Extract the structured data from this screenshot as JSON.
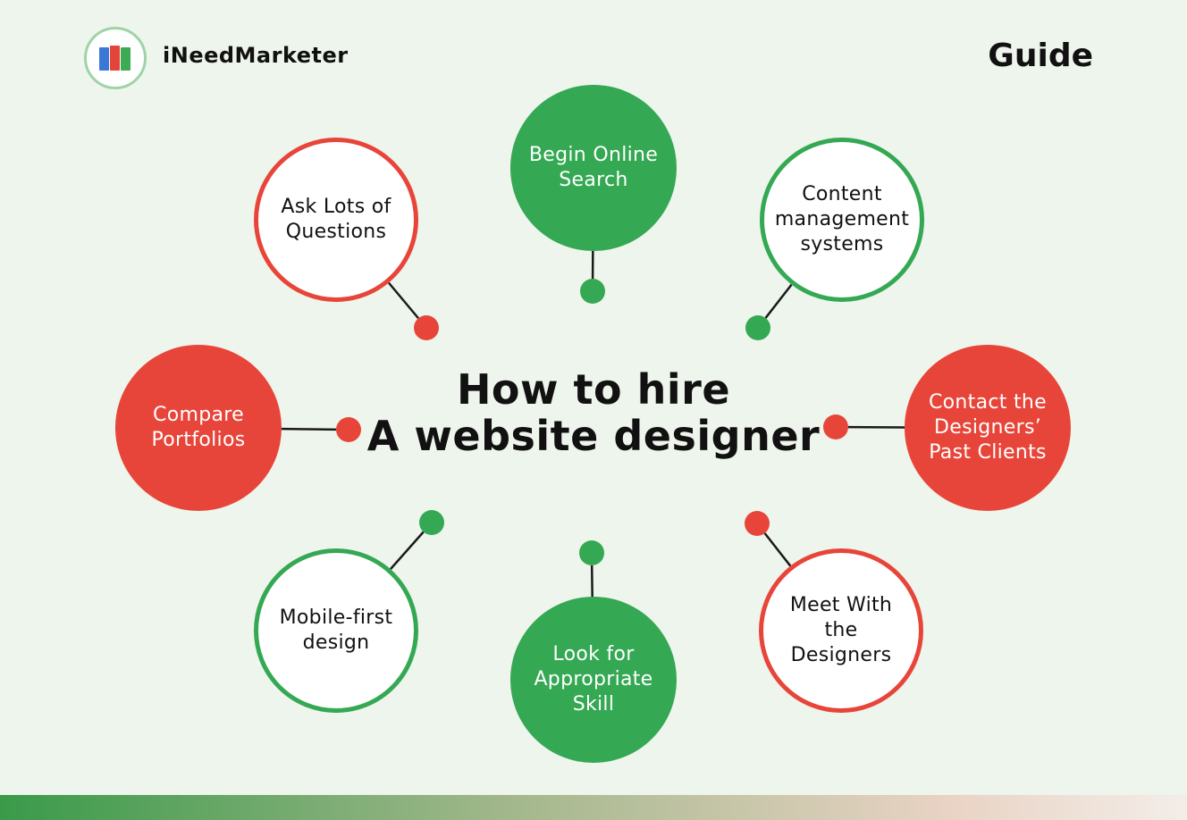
{
  "brand": {
    "name": "iNeedMarketer",
    "logo_icon": "book-icon",
    "logo_colors": [
      "#3a78d8",
      "#e4453a",
      "#3daa55"
    ]
  },
  "header": {
    "label": "Guide"
  },
  "title": {
    "line1": "How to hire",
    "line2": "A website designer"
  },
  "colors": {
    "green": "#34a853",
    "red": "#e8453a",
    "outline_fill": "#ffffff",
    "connector": "#1a1a1a",
    "background": "#eef5ec"
  },
  "steps": [
    {
      "id": "begin-online-search",
      "label": "Begin Online Search",
      "style": "filled",
      "color": "green"
    },
    {
      "id": "content-management-systems",
      "label": "Content management systems",
      "style": "outline",
      "color": "green"
    },
    {
      "id": "contact-past-clients",
      "label": "Contact the Designers’ Past Clients",
      "style": "filled",
      "color": "red"
    },
    {
      "id": "meet-with-designers",
      "label": "Meet With the Designers",
      "style": "outline",
      "color": "red"
    },
    {
      "id": "look-for-appropriate-skill",
      "label": "Look for Appropriate Skill",
      "style": "filled",
      "color": "green"
    },
    {
      "id": "mobile-first-design",
      "label": "Mobile-first design",
      "style": "outline",
      "color": "green"
    },
    {
      "id": "compare-portfolios",
      "label": "Compare Portfolios",
      "style": "filled",
      "color": "red"
    },
    {
      "id": "ask-lots-of-questions",
      "label": "Ask Lots of Questions",
      "style": "outline",
      "color": "red"
    }
  ]
}
